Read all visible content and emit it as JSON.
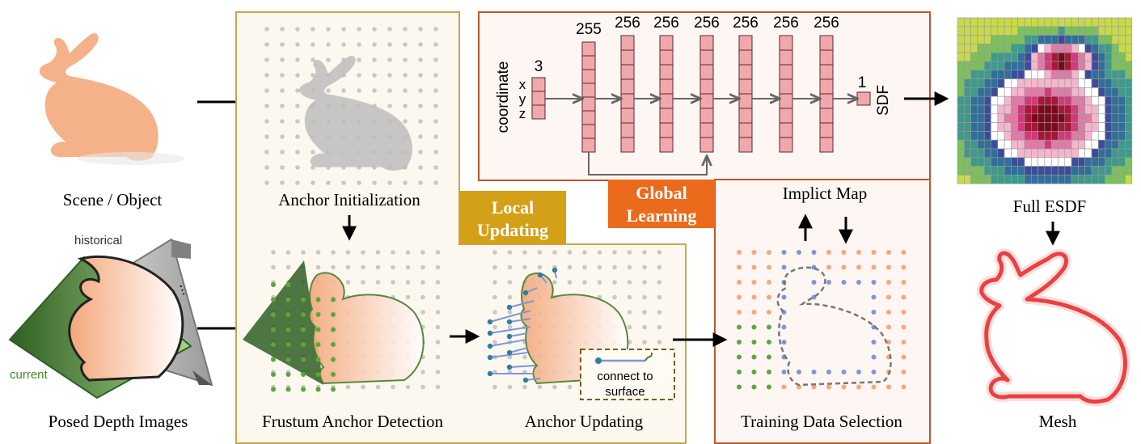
{
  "captions": {
    "scene": "Scene / Object",
    "posed": "Posed Depth Images",
    "anchor_init": "Anchor Initialization",
    "frustum": "Frustum Anchor Detection",
    "anchor_update": "Anchor Updating",
    "training": "Training Data Selection",
    "implicit_map": "Implict Map",
    "full_esdf": "Full ESDF",
    "mesh": "Mesh"
  },
  "labels": {
    "historical": "historical",
    "current": "current",
    "ellipsis": "...",
    "connect_line1": "connect to",
    "connect_line2": "surface"
  },
  "badges": {
    "local_line1": "Local",
    "local_line2": "Updating",
    "global_line1": "Global",
    "global_line2": "Learning"
  },
  "network": {
    "input_label": "coordinate",
    "input_axes": [
      "x",
      "y",
      "z"
    ],
    "layer_sizes": [
      "3",
      "255",
      "256",
      "256",
      "256",
      "256",
      "256",
      "256",
      "1"
    ],
    "output_label": "SDF"
  },
  "colors": {
    "bunny_fill": "#f5b28a",
    "anchor_gray": "#c8c8c8",
    "anchor_green": "#5aa83c",
    "anchor_orange": "#f4a87c",
    "anchor_blue": "#7d97d8",
    "local_badge": "#d4a017",
    "global_badge": "#ec6a1c",
    "local_frame": "#c8a64a",
    "global_frame": "#c0562a",
    "layer_fill": "#f0a8ac",
    "mesh_red": "#dd1111"
  }
}
